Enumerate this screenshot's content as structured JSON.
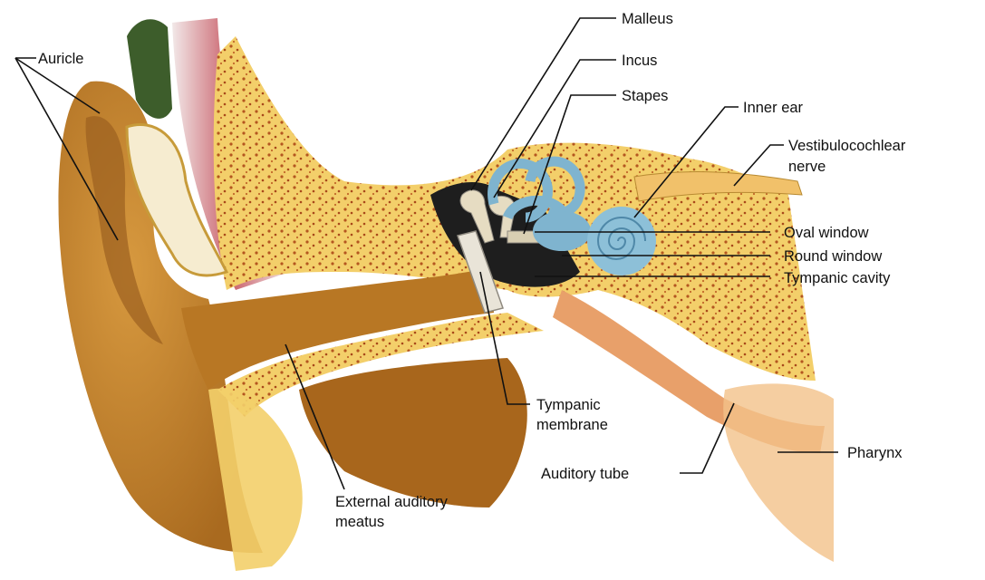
{
  "diagram": {
    "labels": {
      "auricle": "Auricle",
      "malleus": "Malleus",
      "incus": "Incus",
      "stapes": "Stapes",
      "inner_ear": "Inner ear",
      "vestibulocochlear_line1": "Vestibulocochlear",
      "vestibulocochlear_line2": "nerve",
      "oval_window": "Oval window",
      "round_window": "Round window",
      "tympanic_cavity": "Tympanic cavity",
      "tympanic_membrane_line1": "Tympanic",
      "tympanic_membrane_line2": "membrane",
      "pharynx": "Pharynx",
      "auditory_tube": "Auditory tube",
      "external_meatus_line1": "External auditory",
      "external_meatus_line2": "meatus"
    },
    "colors": {
      "skin": "#c8862e",
      "skin_dark": "#8c5716",
      "bone": "#f3cf6a",
      "bone_speckle": "#b4561f",
      "cartilage": "#f6ecd0",
      "muscle": "#c9606a",
      "inner_ear": "#7fb4cf",
      "cavity": "#1e1e1e",
      "hair": "#3d5d2b",
      "tube": "#e8a06a"
    }
  }
}
